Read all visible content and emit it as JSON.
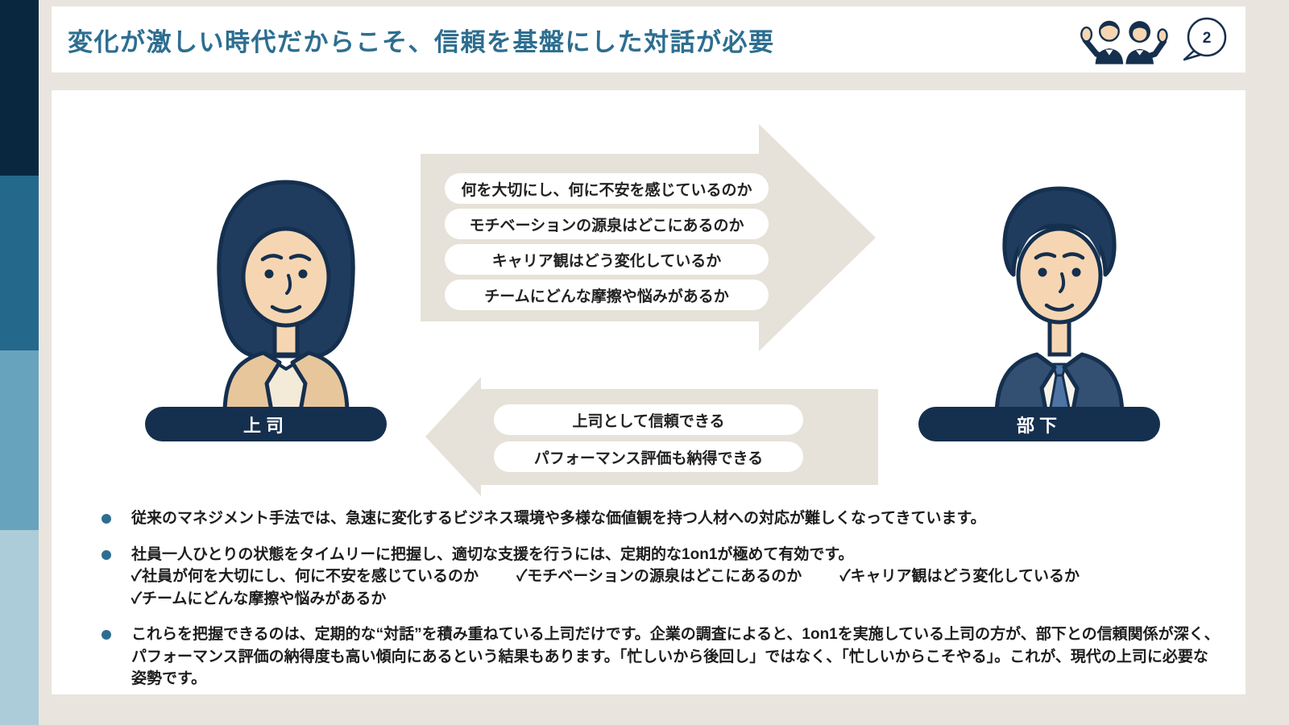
{
  "page": {
    "title": "変化が激しい時代だからこそ、信頼を基盤にした対話が必要",
    "page_number": "2"
  },
  "icons": {
    "header_illustration": "two-people-waving-icon",
    "page_number_bubble": "speech-bubble-icon"
  },
  "colors": {
    "background": "#e9e5de",
    "card": "#ffffff",
    "title_accent": "#2d6e90",
    "navy": "#152f4e",
    "arrow_fill": "#e6e2d9",
    "bullet_dot": "#2d6e90",
    "sidebar_segments": [
      "#0a2740",
      "#24688c",
      "#68a3bd",
      "#abccd8"
    ]
  },
  "diagram": {
    "left_person": {
      "label": "上司",
      "illustration": "woman-manager-illustration"
    },
    "right_person": {
      "label": "部下",
      "illustration": "man-subordinate-illustration"
    },
    "forward_arrow": {
      "direction": "right",
      "items": [
        "何を大切にし、何に不安を感じているのか",
        "モチベーションの源泉はどこにあるのか",
        "キャリア観はどう変化しているか",
        "チームにどんな摩擦や悩みがあるか"
      ]
    },
    "return_arrow": {
      "direction": "left",
      "items": [
        "上司として信頼できる",
        "パフォーマンス評価も納得できる"
      ]
    }
  },
  "bullets": [
    {
      "text": "従来のマネジメント手法では、急速に変化するビジネス環境や多様な価値観を持つ人材への対応が難しくなってきています。"
    },
    {
      "text": "社員一人ひとりの状態をタイムリーに把握し、適切な支援を行うには、定期的な1on1が極めて有効です。",
      "checks": [
        "✓社員が何を大切にし、何に不安を感じているのか",
        "✓モチベーションの源泉はどこにあるのか",
        "✓キャリア観はどう変化しているか",
        "✓チームにどんな摩擦や悩みがあるか"
      ]
    },
    {
      "text": "これらを把握できるのは、定期的な“対話”を積み重ねている上司だけです。企業の調査によると、1on1を実施している上司の方が、部下との信頼関係が深く、パフォーマンス評価の納得度も高い傾向にあるという結果もあります。「忙しいから後回し」ではなく、「忙しいからこそやる」。これが、現代の上司に必要な姿勢です。"
    }
  ]
}
